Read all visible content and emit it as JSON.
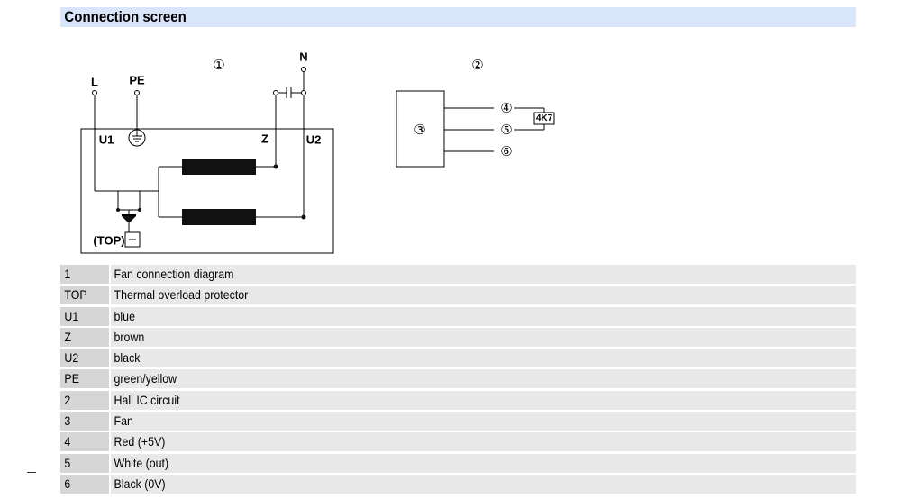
{
  "colors": {
    "header_bg": "#d9e5fb",
    "key_cell_bg": "#d6d6d6",
    "value_cell_bg": "#e8e8e8",
    "line": "#000000"
  },
  "section": {
    "title": "Connection screen"
  },
  "fan_diagram": {
    "marker": "①",
    "terminal_l": "L",
    "terminal_pe": "PE",
    "terminal_n": "N",
    "lead_u1": "U1",
    "lead_z": "Z",
    "lead_u2": "U2",
    "protector": "(TOP)"
  },
  "hall_diagram": {
    "marker": "②",
    "fan_marker": "③",
    "pins": [
      "④",
      "⑤",
      "⑥"
    ],
    "resistor": "4K7"
  },
  "symbols": {
    "earth": "protective-earth-icon",
    "winding": "motor-winding-icon",
    "protector": "thermal-protector-icon",
    "contact": "capacitor-contact-icon"
  },
  "legend": [
    {
      "key": "1",
      "value": "Fan connection diagram"
    },
    {
      "key": "TOP",
      "value": "Thermal overload protector"
    },
    {
      "key": "U1",
      "value": "blue"
    },
    {
      "key": "Z",
      "value": "brown"
    },
    {
      "key": "U2",
      "value": "black"
    },
    {
      "key": "PE",
      "value": "green/yellow"
    },
    {
      "key": "2",
      "value": "Hall IC circuit"
    },
    {
      "key": "3",
      "value": "Fan"
    },
    {
      "key": "4",
      "value": "Red (+5V)"
    },
    {
      "key": "5",
      "value": "White (out)"
    },
    {
      "key": "6",
      "value": "Black (0V)"
    }
  ]
}
